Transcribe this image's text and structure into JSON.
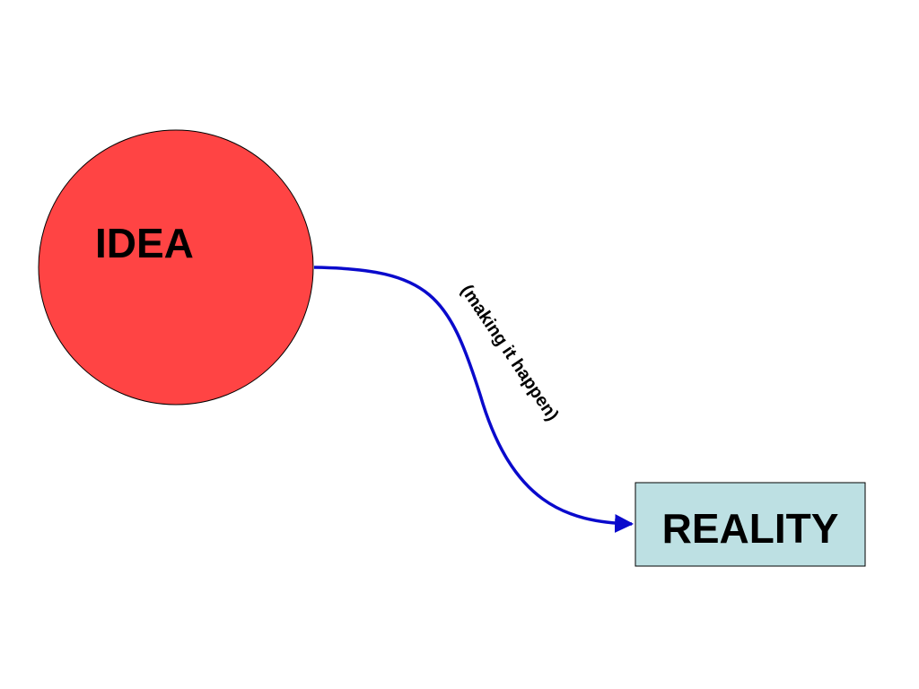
{
  "diagram": {
    "idea": {
      "label": "IDEA",
      "fill_color": "#FF4444",
      "stroke_color": "#000000"
    },
    "reality": {
      "label": "REALITY",
      "fill_color": "#BDE0E3",
      "stroke_color": "#000000"
    },
    "connector": {
      "label": "(making it happen)",
      "color": "#0A0ACC"
    }
  }
}
